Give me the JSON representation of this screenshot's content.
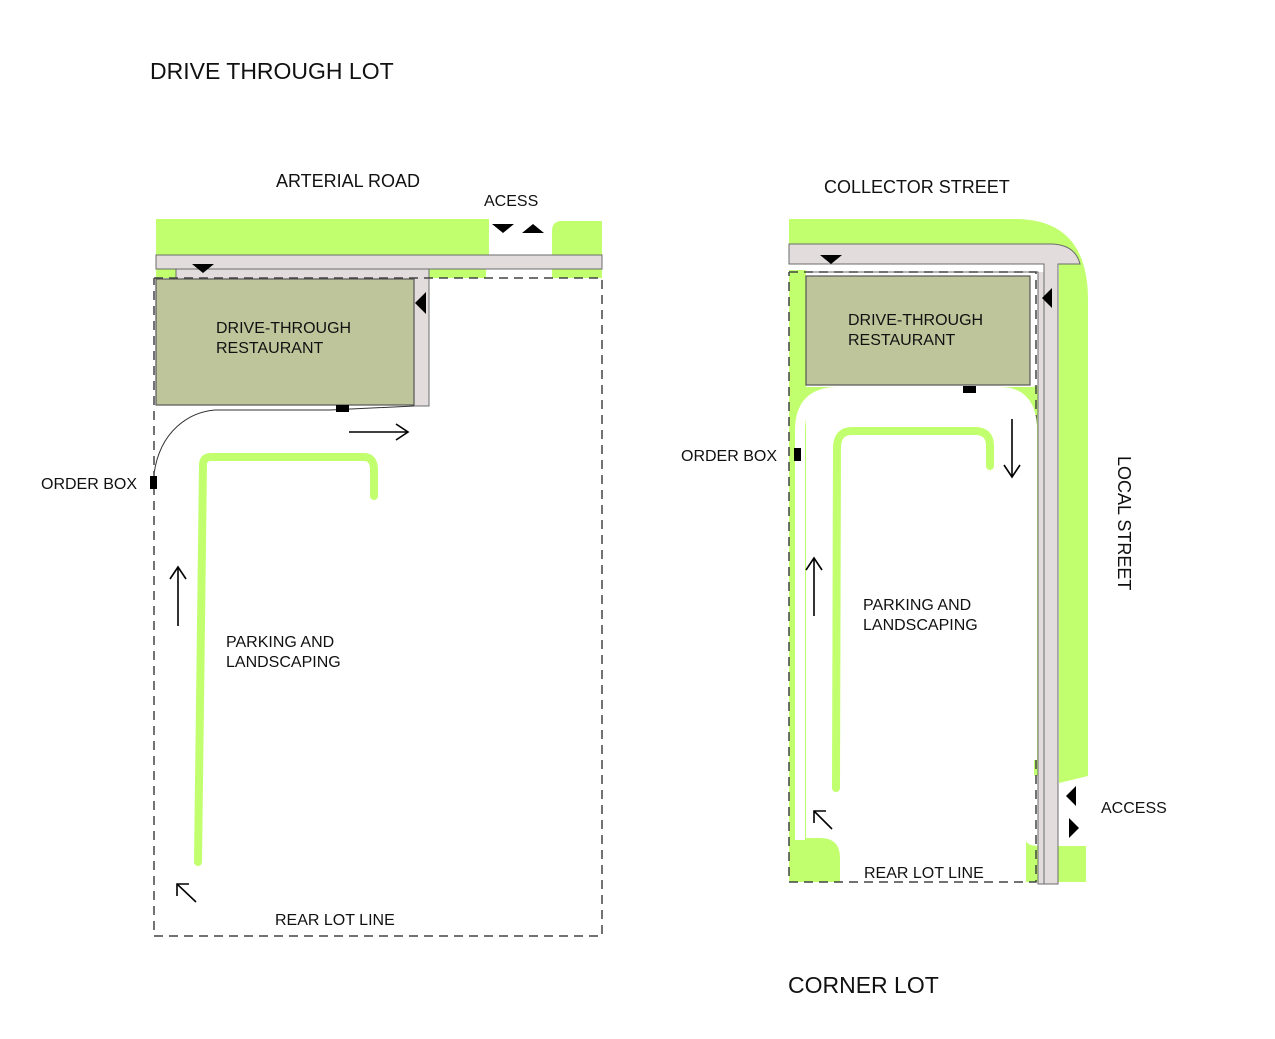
{
  "left_lot": {
    "title": "DRIVE THROUGH LOT",
    "road": "ARTERIAL ROAD",
    "access": "ACESS",
    "building": [
      "DRIVE-THROUGH",
      "RESTAURANT"
    ],
    "order_box": "ORDER BOX",
    "parking": [
      "PARKING AND",
      "LANDSCAPING"
    ],
    "rear": "REAR LOT LINE"
  },
  "right_lot": {
    "title": "CORNER LOT",
    "road": "COLLECTOR STREET",
    "side_road": "LOCAL STREET",
    "access": "ACCESS",
    "building": [
      "DRIVE-THROUGH",
      "RESTAURANT"
    ],
    "order_box": "ORDER BOX",
    "parking": [
      "PARKING AND",
      "LANDSCAPING"
    ],
    "rear": "REAR LOT LINE"
  },
  "colors": {
    "landscape": "#c1ff6e",
    "building": "#bec59b",
    "sidewalk": "#e2dcdc"
  }
}
